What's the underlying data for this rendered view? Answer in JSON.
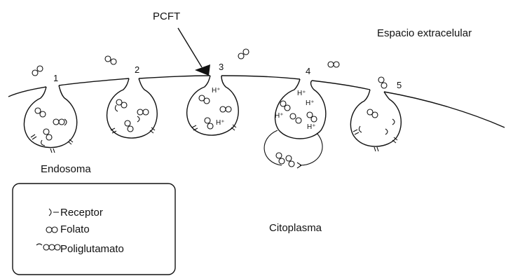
{
  "labels": {
    "pcft": "PCFT",
    "extracellular": "Espacio extracelular",
    "endosome": "Endosoma",
    "cytoplasm": "Citoplasma"
  },
  "steps": [
    "1",
    "2",
    "3",
    "4",
    "5"
  ],
  "protons": [
    "H⁺",
    "H⁺",
    "H⁺",
    "H⁺",
    "H⁺",
    "H⁺"
  ],
  "legend": {
    "items": [
      {
        "icon": "receptor-icon",
        "label": "Receptor"
      },
      {
        "icon": "folate-icon",
        "label": "Folato"
      },
      {
        "icon": "polyglutamate-icon",
        "label": "Poliglutamato"
      }
    ]
  }
}
